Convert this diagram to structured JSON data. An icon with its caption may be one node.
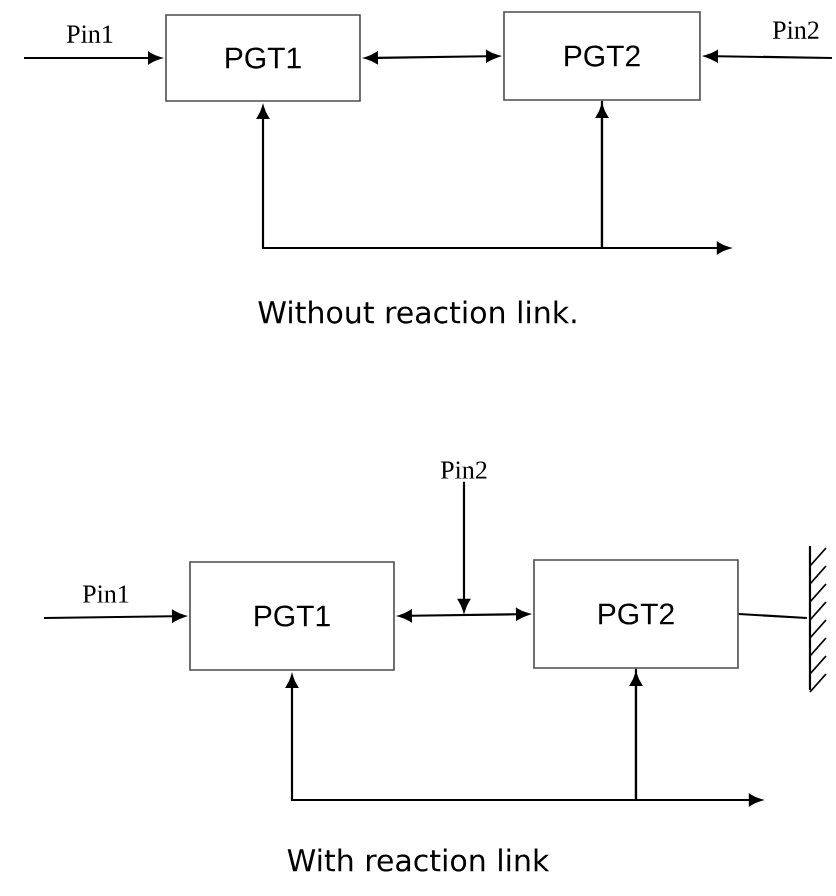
{
  "diagram": {
    "nodes": [
      {
        "text": [
          "PGT1"
        ]
      },
      {
        "text": [
          "PGT2"
        ]
      },
      {
        "text": [
          "Pin2"
        ]
      },
      {
        "text": [
          "PGT1"
        ]
      },
      {
        "text": [
          "PGT2"
        ]
      },
      {
        "text": [],
        "shape": "wall"
      }
    ],
    "edges": [
      {
        "from": null,
        "to": 0,
        "arrow": "to",
        "label": "Pin1"
      },
      {
        "from": 0,
        "to": 1,
        "arrow": "both"
      },
      {
        "from": null,
        "to": 1,
        "arrow": "to",
        "label": "Pin2"
      },
      {
        "from": 0,
        "to": 1,
        "arrow": "both"
      },
      {
        "from": 1,
        "to": null,
        "arrow": "to"
      },
      {
        "from": null,
        "to": 3,
        "arrow": "to",
        "label": "Pin1"
      },
      {
        "from": 3,
        "to": 4,
        "arrow": "both"
      },
      {
        "from": 2,
        "to": null,
        "arrow": "to"
      },
      {
        "from": 3,
        "to": 4,
        "arrow": "both"
      },
      {
        "from": 4,
        "to": null,
        "arrow": "to"
      },
      {
        "from": 4,
        "to": 5,
        "arrow": "none"
      }
    ],
    "labels": [
      "Without reaction link.",
      "With reaction link"
    ]
  }
}
